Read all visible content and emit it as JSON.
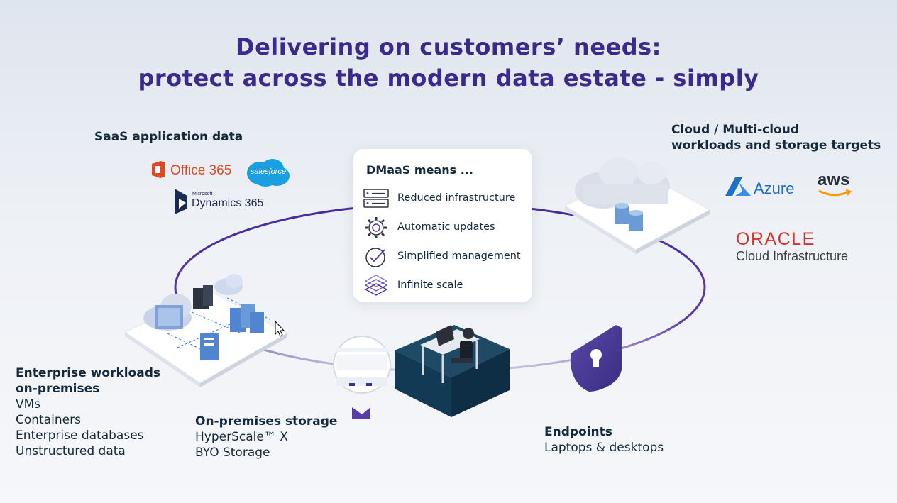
{
  "title": {
    "line1": "Delivering on customers’ needs:",
    "line2": "protect across the modern data estate - simply"
  },
  "saas": {
    "heading": "SaaS application data",
    "logos": {
      "office365": "Office 365",
      "salesforce": "salesforce",
      "dynamics_small": "Microsoft",
      "dynamics": "Dynamics 365"
    }
  },
  "cloud": {
    "heading_line1": "Cloud / Multi-cloud",
    "heading_line2": "workloads and storage targets",
    "logos": {
      "azure": "Azure",
      "aws": "aws",
      "oracle": "ORACLE",
      "oracle_sub": "Cloud Infrastructure"
    }
  },
  "dmaas": {
    "title": "DMaaS means ...",
    "features": [
      {
        "label": "Reduced  infrastructure",
        "icon": "server-icon"
      },
      {
        "label": "Automatic  updates",
        "icon": "gear-icon"
      },
      {
        "label": "Simplified  management",
        "icon": "gauge-check-icon"
      },
      {
        "label": "Infinite  scale",
        "icon": "layers-icon"
      }
    ]
  },
  "enterprise": {
    "heading_line1": "Enterprise workloads",
    "heading_line2": "on-premises",
    "items": [
      "VMs",
      "Containers",
      "Enterprise databases",
      "Unstructured data"
    ]
  },
  "onprem": {
    "heading": "On-premises storage",
    "items": [
      "HyperScale™ X",
      "BYO Storage"
    ]
  },
  "endpoints": {
    "heading": "Endpoints",
    "items": [
      "Laptops & desktops"
    ]
  },
  "colors": {
    "title": "#3b2a8c",
    "ring": "#4a2a9a",
    "office": "#e0491d",
    "salesforce": "#1a9fe0",
    "azure": "#1e6fc8",
    "oracle": "#d6322a",
    "shield": "#4b3b99",
    "platform": "#123a55"
  }
}
